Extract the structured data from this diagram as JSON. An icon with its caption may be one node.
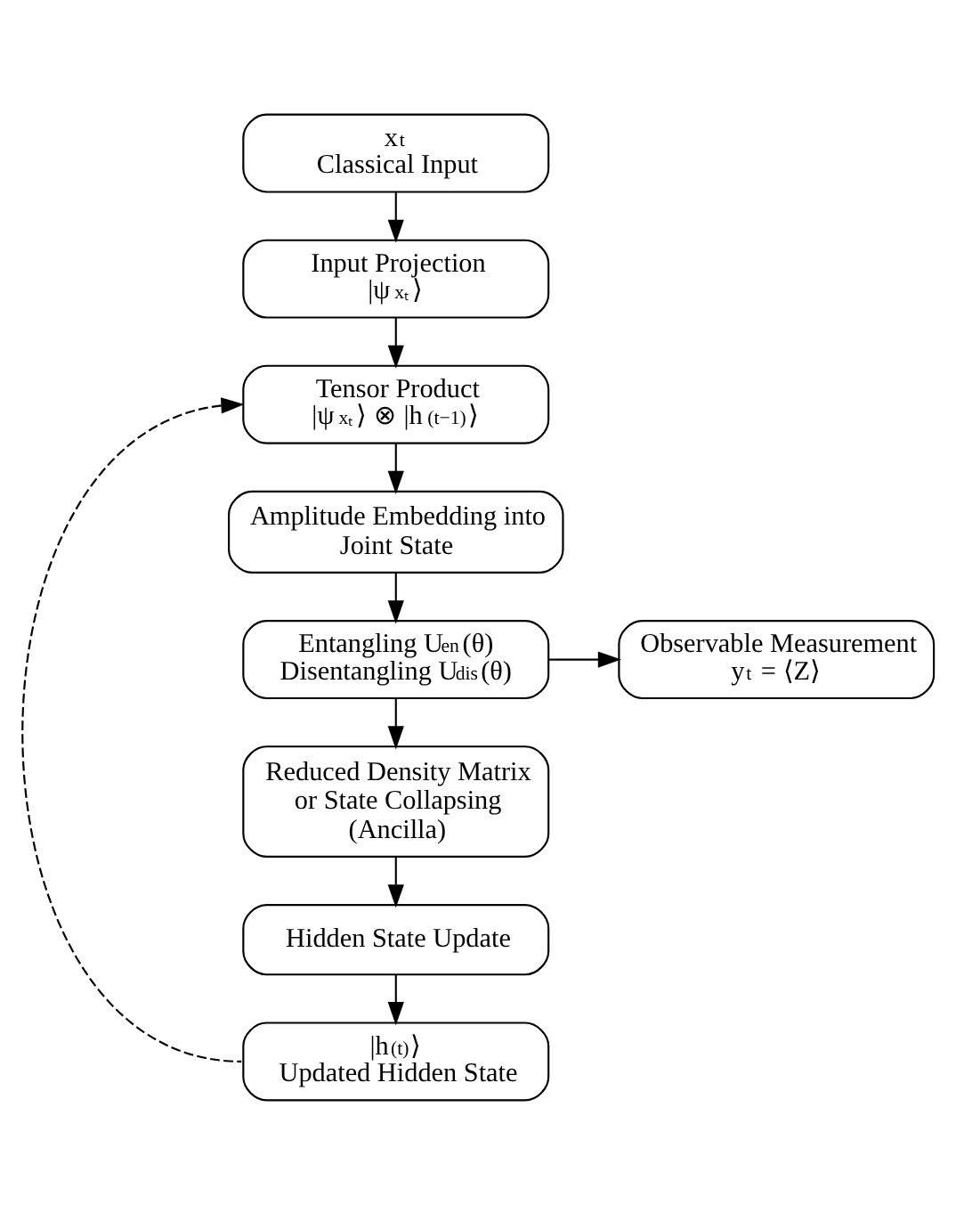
{
  "diagram": {
    "nodes": [
      {
        "text": [
          "x$_{t}$",
          "Classical Input"
        ]
      },
      {
        "text": [
          "Input Projection",
          "|ψ$_{xₜ}$⟩"
        ]
      },
      {
        "text": [
          "Tensor Product",
          "|ψ$_{xₜ}$⟩ ⊗ |h$^{(t−1)}$⟩"
        ]
      },
      {
        "text": [
          "Amplitude Embedding into Joint State"
        ]
      },
      {
        "text": [
          "Entangling U$_{en}$(θ)",
          "Disentangling U$_{dis}$(θ)"
        ]
      },
      {
        "text": [
          "Observable Measurement",
          "y$_{t}$ = ⟨Z⟩"
        ]
      },
      {
        "text": [
          "Reduced Density Matrix or State Collapsing (Ancilla)"
        ]
      },
      {
        "text": [
          "Hidden State Update"
        ]
      },
      {
        "text": [
          "|h$^{(t)}$⟩",
          "Updated Hidden State"
        ]
      }
    ],
    "edges": [
      {
        "from": 0,
        "to": 1,
        "arrow": "to"
      },
      {
        "from": 1,
        "to": 2,
        "arrow": "to"
      },
      {
        "from": 2,
        "to": 3,
        "arrow": "to"
      },
      {
        "from": 3,
        "to": 4,
        "arrow": "to"
      },
      {
        "from": 4,
        "to": 5,
        "arrow": "to"
      },
      {
        "from": 4,
        "to": 6,
        "arrow": "to"
      },
      {
        "from": 6,
        "to": 7,
        "arrow": "to"
      },
      {
        "from": 7,
        "to": 8,
        "arrow": "to"
      },
      {
        "from": 8,
        "to": 2,
        "arrow": "to",
        "style": "dashed"
      }
    ]
  }
}
